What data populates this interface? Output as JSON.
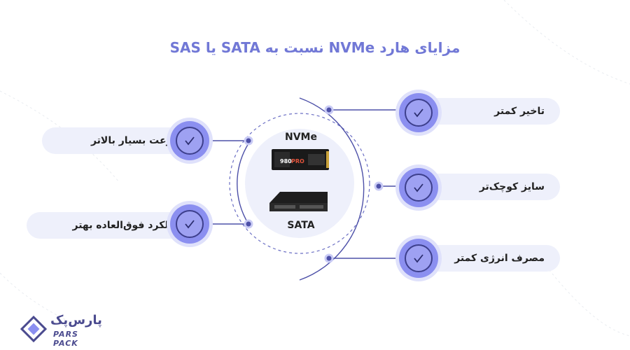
{
  "title": "مزایای هارد NVMe نسبت به SATA یا SAS",
  "center": {
    "top_label": "NVMe",
    "bottom_label": "SATA"
  },
  "benefits_right": [
    {
      "label": "تاخیر کمتر"
    },
    {
      "label": "سایز کوچک‌تر"
    },
    {
      "label": "مصرف انرژی کمتر"
    }
  ],
  "benefits_left": [
    {
      "label": "سرعت بسیار بالاتر"
    },
    {
      "label": "عملکرد فوق‌العاده بهتر"
    }
  ],
  "logo": {
    "word": "پارس‌پک",
    "latin": "PARS PACK"
  },
  "colors": {
    "accent": "#7178d6",
    "badge": "#8b8ff0",
    "line": "#4d50a8",
    "pill": "#eef0fb"
  }
}
